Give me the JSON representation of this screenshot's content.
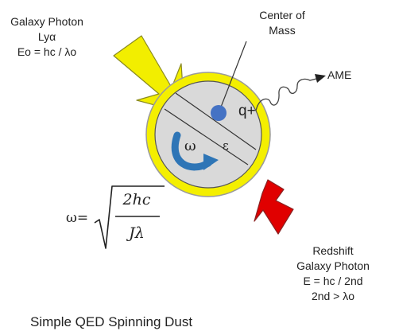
{
  "incoming_photon": {
    "line1": "Galaxy Photon",
    "line2": "Lyα",
    "line3": "Eo = hc / λo"
  },
  "center_of_mass": {
    "line1": "Center of",
    "line2": "Mass"
  },
  "emission_label": "AME",
  "charge_label": "q+",
  "epsilon_label": "ε",
  "rotation_label": "ω",
  "formula": {
    "lhs": "ω=",
    "numerator": "2hc",
    "denominator": "Jλ"
  },
  "outgoing_photon": {
    "line1": "Redshift",
    "line2": "Galaxy Photon",
    "line3": "E = hc / 2nd",
    "line4": "2nd  > λo"
  },
  "caption": "Simple QED Spinning Dust",
  "colors": {
    "incoming_arrow": "#f2ee00",
    "outgoing_arrow": "#e00000",
    "dust_ring": "#f4ef00",
    "dust_core": "#d9d9d9",
    "center_dot": "#4472c4",
    "rotation_arrow": "#2e75b6"
  }
}
